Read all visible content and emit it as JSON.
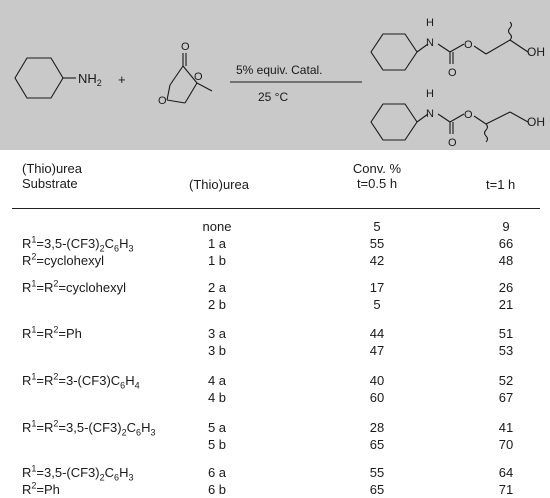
{
  "scheme": {
    "amine_label": "NH2",
    "plus": "+",
    "condition_top": "5% equiv. Catal.",
    "condition_bottom": "25 °C",
    "product_1_oh": "OH",
    "product_2_oh": "OH"
  },
  "table": {
    "headers": {
      "substrate_line1": "(Thio)urea",
      "substrate_line2": "Substrate",
      "thiourea": "(Thio)urea",
      "conv_line1": "Conv. %",
      "conv_line2": "t=0.5 h",
      "t1": "t=1 h"
    },
    "rows": [
      {
        "substrate": "",
        "catalyst": "none",
        "t05": "5",
        "t1": "9"
      },
      {
        "substrate": "R1=3,5-(CF3)2C6H3",
        "catalyst": "1 a",
        "t05": "55",
        "t1": "66"
      },
      {
        "substrate": "R2=cyclohexyl",
        "catalyst": "1 b",
        "t05": "42",
        "t1": "48"
      },
      {
        "substrate": "R1=R2=cyclohexyl",
        "catalyst": "2 a",
        "t05": "17",
        "t1": "26"
      },
      {
        "substrate": "",
        "catalyst": "2 b",
        "t05": "5",
        "t1": "21"
      },
      {
        "substrate": "R1=R2=Ph",
        "catalyst": "3 a",
        "t05": "44",
        "t1": "51"
      },
      {
        "substrate": "",
        "catalyst": "3 b",
        "t05": "47",
        "t1": "53"
      },
      {
        "substrate": "R1=R2=3-(CF3)C6H4",
        "catalyst": "4 a",
        "t05": "40",
        "t1": "52"
      },
      {
        "substrate": "",
        "catalyst": "4 b",
        "t05": "60",
        "t1": "67"
      },
      {
        "substrate": "R1=R2=3,5-(CF3)2C6H3",
        "catalyst": "5 a",
        "t05": "28",
        "t1": "41"
      },
      {
        "substrate": "",
        "catalyst": "5 b",
        "t05": "65",
        "t1": "70"
      },
      {
        "substrate": "R1=3,5-(CF3)2C6H3",
        "catalyst": "6 a",
        "t05": "55",
        "t1": "64"
      },
      {
        "substrate": "R2=Ph",
        "catalyst": "6 b",
        "t05": "65",
        "t1": "71"
      }
    ]
  }
}
